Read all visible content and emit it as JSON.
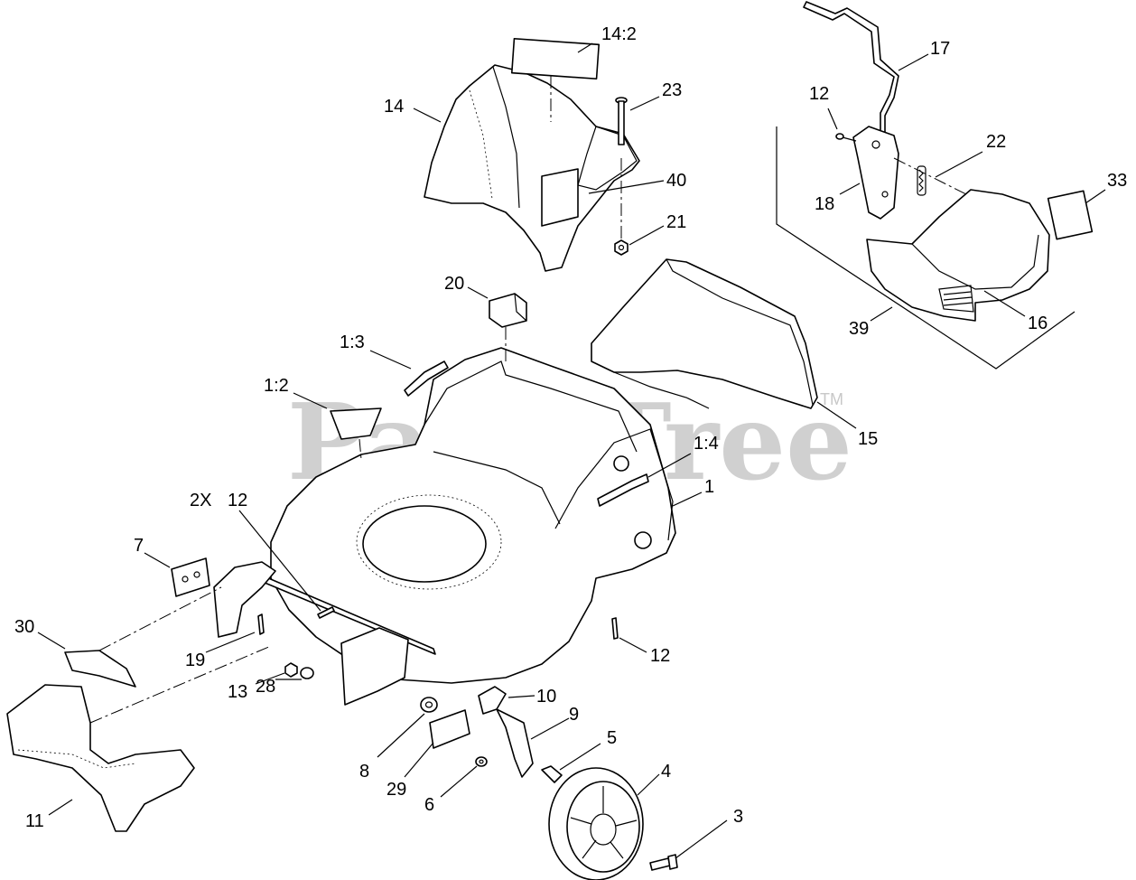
{
  "watermark": {
    "text": "PartsTree",
    "trademark": "TM"
  },
  "callouts": [
    {
      "id": "c-14-2",
      "text": "14:2"
    },
    {
      "id": "c-23",
      "text": "23"
    },
    {
      "id": "c-14",
      "text": "14"
    },
    {
      "id": "c-40",
      "text": "40"
    },
    {
      "id": "c-21",
      "text": "21"
    },
    {
      "id": "c-17",
      "text": "17"
    },
    {
      "id": "c-12a",
      "text": "12"
    },
    {
      "id": "c-22",
      "text": "22"
    },
    {
      "id": "c-18",
      "text": "18"
    },
    {
      "id": "c-33",
      "text": "33"
    },
    {
      "id": "c-39",
      "text": "39"
    },
    {
      "id": "c-16",
      "text": "16"
    },
    {
      "id": "c-20",
      "text": "20"
    },
    {
      "id": "c-1-3",
      "text": "1:3"
    },
    {
      "id": "c-1-2",
      "text": "1:2"
    },
    {
      "id": "c-15",
      "text": "15"
    },
    {
      "id": "c-1-4",
      "text": "1:4"
    },
    {
      "id": "c-1",
      "text": "1"
    },
    {
      "id": "c-2x",
      "text": "2X"
    },
    {
      "id": "c-12b",
      "text": "12"
    },
    {
      "id": "c-7",
      "text": "7"
    },
    {
      "id": "c-30",
      "text": "30"
    },
    {
      "id": "c-19",
      "text": "19"
    },
    {
      "id": "c-12c",
      "text": "12"
    },
    {
      "id": "c-13",
      "text": "13"
    },
    {
      "id": "c-28",
      "text": "28"
    },
    {
      "id": "c-10",
      "text": "10"
    },
    {
      "id": "c-9",
      "text": "9"
    },
    {
      "id": "c-5",
      "text": "5"
    },
    {
      "id": "c-8",
      "text": "8"
    },
    {
      "id": "c-29",
      "text": "29"
    },
    {
      "id": "c-4",
      "text": "4"
    },
    {
      "id": "c-6",
      "text": "6"
    },
    {
      "id": "c-3",
      "text": "3"
    },
    {
      "id": "c-11",
      "text": "11"
    }
  ]
}
